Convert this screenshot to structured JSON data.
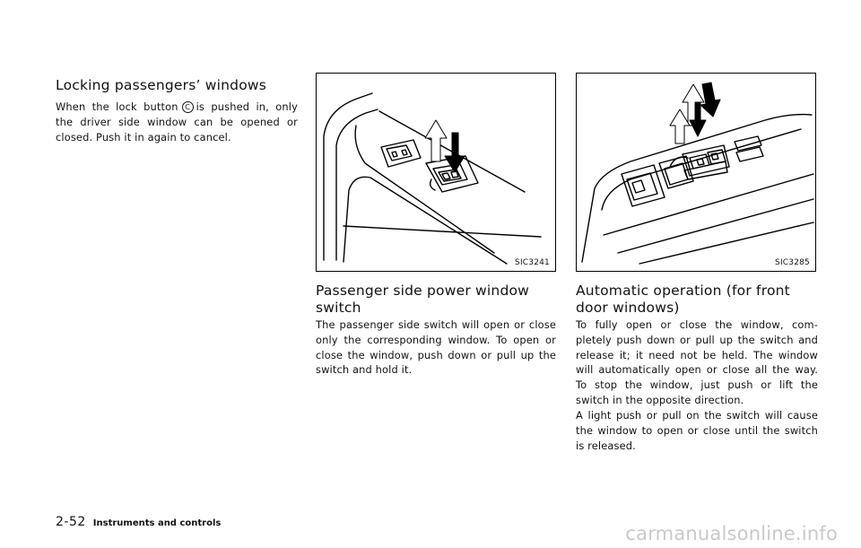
{
  "column1": {
    "heading": "Locking passengers’ windows",
    "body_before": "When the lock button",
    "lock_marker": "C",
    "body_after": "is pushed in, only the driver side window can be opened or closed. Push it in again to cancel."
  },
  "column2": {
    "figure_id": "SIC3241",
    "figure_icon": "passenger-window-switch-illustration",
    "heading": "Passenger side power window switch",
    "body": "The passenger side switch will open or close only the corresponding window. To open or close the window, push down or pull up the switch and hold it."
  },
  "column3": {
    "figure_id": "SIC3285",
    "figure_icon": "window-switch-panel-illustration",
    "heading": "Automatic operation (for front door windows)",
    "paragraphs": [
      "To fully open or close the window, com-pletely push down or pull up the switch and release it; it need not be held. The window will automatically open or close all the way. To stop the window, just push or lift the switch in the opposite direction.",
      "A light push or pull on the switch will cause the window to open or close until the switch is released."
    ]
  },
  "footer": {
    "page_number": "2-52",
    "section": "Instruments and controls"
  },
  "watermark": "carmanualsonline.info"
}
